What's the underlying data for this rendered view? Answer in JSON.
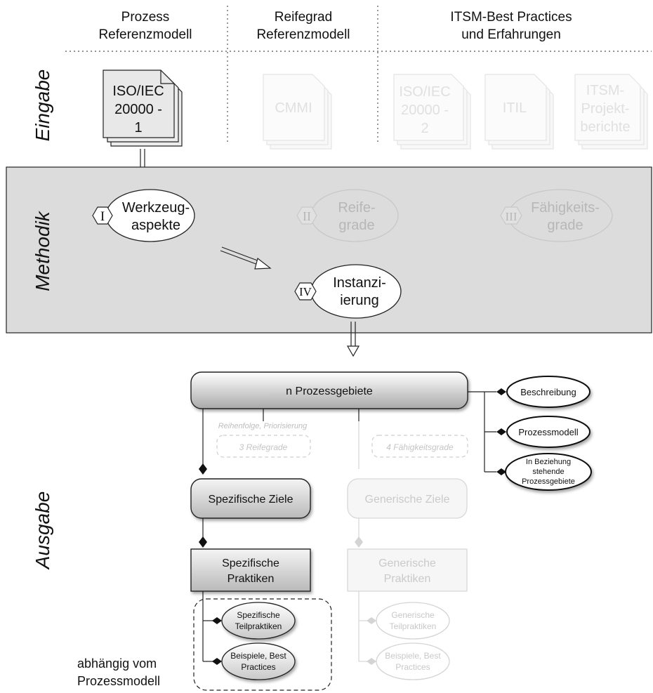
{
  "headers": {
    "col1": [
      "Prozess",
      "Referenzmodell"
    ],
    "col2": [
      "Reifegrad",
      "Referenzmodell"
    ],
    "col3": [
      "ITSM-Best Practices",
      "und Erfahrungen"
    ]
  },
  "sections": {
    "eingabe": "Eingabe",
    "methodik": "Methodik",
    "ausgabe": "Ausgabe"
  },
  "documents": {
    "iso1": [
      "ISO/IEC",
      "20000 -",
      "1"
    ],
    "cmmi": [
      "CMMI"
    ],
    "iso2": [
      "ISO/IEC",
      "20000 -",
      "2"
    ],
    "itil": [
      "ITIL"
    ],
    "projekt": [
      "ITSM-",
      "Projekt-",
      "berichte"
    ]
  },
  "method_steps": {
    "s1": {
      "num": "I",
      "lines": [
        "Werkzeug-",
        "aspekte"
      ]
    },
    "s2": {
      "num": "II",
      "lines": [
        "Reife-",
        "grade"
      ]
    },
    "s3": {
      "num": "III",
      "lines": [
        "Fähigkeits-",
        "grade"
      ]
    },
    "s4": {
      "num": "IV",
      "lines": [
        "Instanzi-",
        "ierung"
      ]
    }
  },
  "output": {
    "main": "n Prozessgebiete",
    "reihenfolge": "Reihenfolge, Priorisierung",
    "reifegrade": "3 Reifegrade",
    "faehigkeitsgrade": "4 Fähigkeitsgrade",
    "spez_ziele": "Spezifische Ziele",
    "gen_ziele": "Generische Ziele",
    "spez_praktiken": [
      "Spezifische",
      "Praktiken"
    ],
    "gen_praktiken": [
      "Generische",
      "Praktiken"
    ],
    "spez_teil": [
      "Spezifische",
      "Teilpraktiken"
    ],
    "gen_teil": [
      "Generische",
      "Teilpraktiken"
    ],
    "beispiele_spez": [
      "Beispiele, Best",
      "Practices"
    ],
    "beispiele_gen": [
      "Beispiele, Best",
      "Practices"
    ],
    "beschreibung": "Beschreibung",
    "prozessmodell": "Prozessmodell",
    "beziehung": [
      "In Beziehung",
      "stehende",
      "Prozessgebiete"
    ],
    "abhaengig": [
      "abhängig vom",
      "Prozessmodell"
    ]
  }
}
